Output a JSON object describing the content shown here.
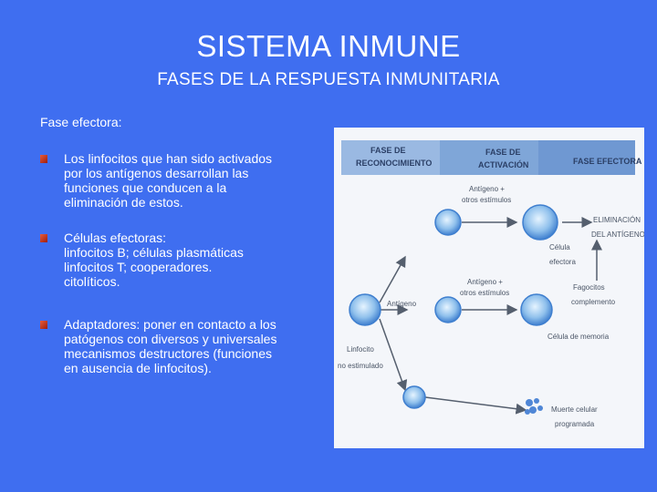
{
  "slide": {
    "title": "SISTEMA INMUNE",
    "subtitle": "FASES DE LA RESPUESTA INMUNITARIA",
    "intro": "Fase efectora:",
    "bullets": [
      {
        "text": "Los linfocitos que han sido activados\npor los antígenos desarrollan las\nfunciones que conducen a la\neliminación de estos."
      },
      {
        "text": "Células efectoras:\nlinfocitos B; células plasmáticas\nlinfocitos T; cooperadores.\n                citolíticos."
      },
      {
        "text": "Adaptadores: poner en contacto a los\npatógenos con diversos y universales\nmecanismos destructores (funciones\nen ausencia de linfocitos)."
      }
    ]
  },
  "figure": {
    "headers": {
      "recognition_1": "FASE DE",
      "recognition_2": "RECONOCIMIENTO",
      "activation_1": "FASE DE",
      "activation_2": "ACTIVACIÓN",
      "effector": "FASE EFECTORA"
    },
    "labels": {
      "antigen_top_1": "Antígeno +",
      "antigen_top_2": "otros estímulos",
      "antigen_mid_1": "Antígeno +",
      "antigen_mid_2": "otros estímulos",
      "antigen_left": "Antígeno",
      "lymph_1": "Linfocito",
      "lymph_2": "no estimulado",
      "effector_cell_1": "Célula",
      "effector_cell_2": "efectora",
      "elimination_1": "ELIMINACIÓN",
      "elimination_2": "DEL ANTÍGENO",
      "phagocytes_1": "Fagocitos",
      "phagocytes_2": "complemento",
      "memory_cell": "Célula de memoria",
      "death_1": "Muerte celular",
      "death_2": "programada"
    },
    "colors": {
      "header_bg": "#7fa6d8",
      "cell_fill": "#8fc0ec",
      "cell_rim": "#3f7fcf",
      "arrow": "#555f6e"
    }
  }
}
